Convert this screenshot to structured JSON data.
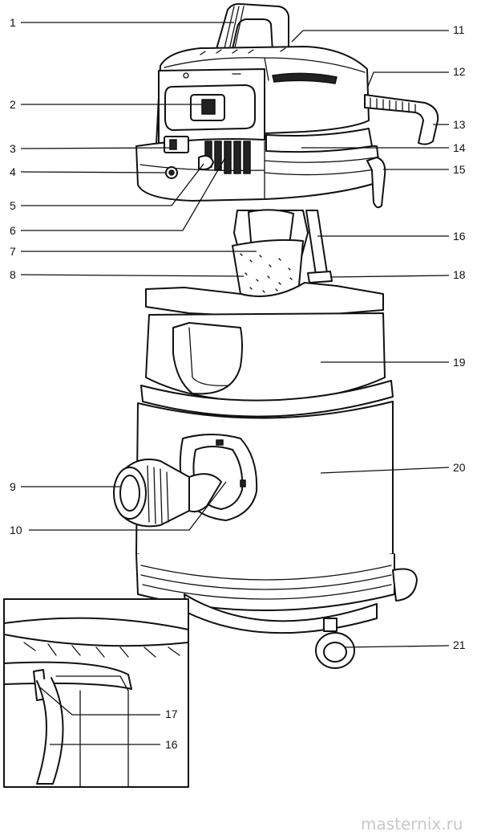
{
  "labels": [
    {
      "id": "1",
      "text": "1"
    },
    {
      "id": "2",
      "text": "2"
    },
    {
      "id": "3",
      "text": "3"
    },
    {
      "id": "4",
      "text": "4"
    },
    {
      "id": "5",
      "text": "5"
    },
    {
      "id": "6",
      "text": "6"
    },
    {
      "id": "7",
      "text": "7"
    },
    {
      "id": "8",
      "text": "8"
    },
    {
      "id": "9",
      "text": "9"
    },
    {
      "id": "10",
      "text": "10"
    },
    {
      "id": "11",
      "text": "11"
    },
    {
      "id": "12",
      "text": "12"
    },
    {
      "id": "13",
      "text": "13"
    },
    {
      "id": "14",
      "text": "14"
    },
    {
      "id": "15",
      "text": "15"
    },
    {
      "id": "16",
      "text": "16"
    },
    {
      "id": "18",
      "text": "18"
    },
    {
      "id": "19",
      "text": "19"
    },
    {
      "id": "20",
      "text": "20"
    },
    {
      "id": "21",
      "text": "21"
    },
    {
      "id": "17i",
      "text": "17"
    },
    {
      "id": "16i",
      "text": "16"
    }
  ],
  "watermark": "masternix.ru"
}
